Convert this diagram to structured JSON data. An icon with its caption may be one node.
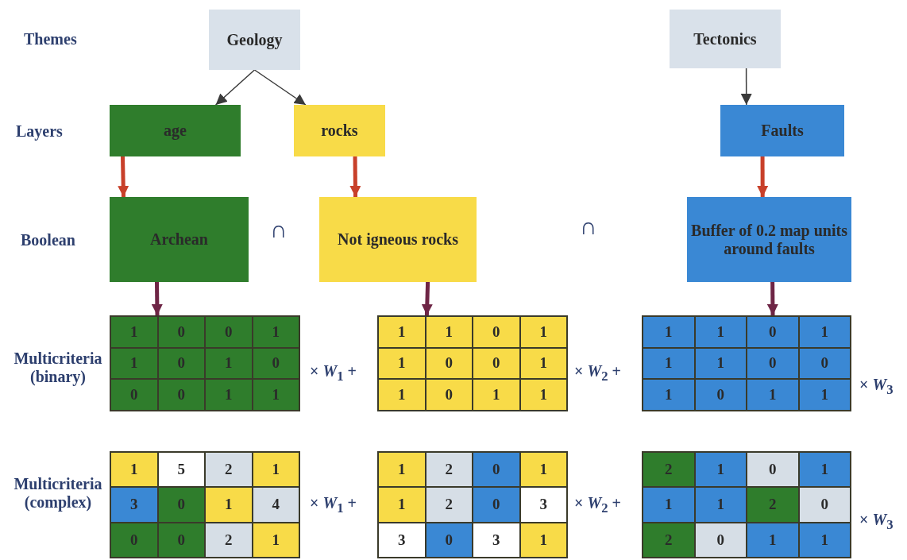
{
  "diagram": {
    "nodes": [
      {
        "text": [
          "Geology"
        ]
      },
      {
        "text": [
          "Tectonics"
        ]
      },
      {
        "text": [
          "age"
        ]
      },
      {
        "text": [
          "rocks"
        ]
      },
      {
        "text": [
          "Faults"
        ]
      },
      {
        "text": [
          "Archean"
        ]
      },
      {
        "text": [
          "Not igneous rocks"
        ]
      },
      {
        "text": [
          "Buffer of 0.2 map units around faults"
        ]
      },
      {
        "text": [
          "1",
          "0",
          "0",
          "1",
          "1",
          "0",
          "1",
          "0",
          "0",
          "0",
          "1",
          "1"
        ]
      },
      {
        "text": [
          "1",
          "1",
          "0",
          "1",
          "1",
          "0",
          "0",
          "1",
          "1",
          "0",
          "1",
          "1"
        ]
      },
      {
        "text": [
          "1",
          "1",
          "0",
          "1",
          "1",
          "1",
          "0",
          "0",
          "1",
          "0",
          "1",
          "1"
        ]
      },
      {
        "text": [
          "1",
          "5",
          "2",
          "1",
          "3",
          "0",
          "1",
          "4",
          "0",
          "0",
          "2",
          "1"
        ]
      },
      {
        "text": [
          "1",
          "2",
          "0",
          "1",
          "1",
          "2",
          "0",
          "3",
          "3",
          "0",
          "3",
          "1"
        ]
      },
      {
        "text": [
          "2",
          "1",
          "0",
          "1",
          "1",
          "1",
          "2",
          "0",
          "2",
          "0",
          "1",
          "1"
        ]
      }
    ],
    "edges": [
      {
        "from": 0,
        "to": 2,
        "arrow": "to"
      },
      {
        "from": 0,
        "to": 3,
        "arrow": "to"
      },
      {
        "from": 1,
        "to": 4,
        "arrow": "to"
      },
      {
        "from": 2,
        "to": 5,
        "arrow": "to",
        "color": "#c8402a"
      },
      {
        "from": 3,
        "to": 6,
        "arrow": "to",
        "color": "#c8402a"
      },
      {
        "from": 4,
        "to": 7,
        "arrow": "to",
        "color": "#c8402a"
      },
      {
        "from": 5,
        "to": 8,
        "arrow": "to",
        "color": "#6e2545"
      },
      {
        "from": 6,
        "to": 9,
        "arrow": "to",
        "color": "#6e2545"
      },
      {
        "from": 7,
        "to": 10,
        "arrow": "to",
        "color": "#6e2545"
      }
    ],
    "labels": [
      "Themes",
      "Layers",
      "Boolean",
      "∩",
      "∩",
      "Multicriteria (binary)",
      "× *W*$_{1}$ +",
      "× *W*$_{2}$ +",
      "× *W*$_{3}$",
      "Multicriteria (complex)",
      "× *W*$_{1}$ +",
      "× *W*$_{2}$ +",
      "× *W*$_{3}$"
    ]
  }
}
